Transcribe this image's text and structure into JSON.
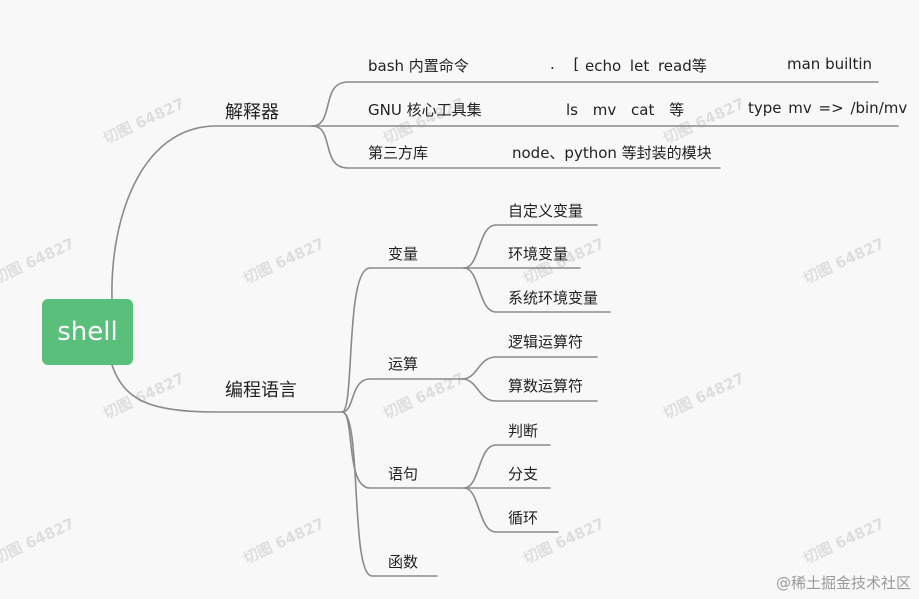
{
  "root": {
    "label": "shell"
  },
  "branches": [
    {
      "label": "解释器",
      "children": [
        {
          "label": "bash 内置命令",
          "extras": [
            ". [",
            "echo let read等",
            "man builtin"
          ]
        },
        {
          "label": "GNU 核心工具集",
          "extras": [
            "ls mv cat 等",
            "type mv => /bin/mv"
          ]
        },
        {
          "label": "第三方库",
          "extras": [
            "node、python 等封装的模块"
          ]
        }
      ]
    },
    {
      "label": "编程语言",
      "children": [
        {
          "label": "变量",
          "children": [
            "自定义变量",
            "环境变量",
            "系统环境变量"
          ]
        },
        {
          "label": "运算",
          "children": [
            "逻辑运算符",
            "算数运算符"
          ]
        },
        {
          "label": "语句",
          "children": [
            "判断",
            "分支",
            "循环"
          ]
        },
        {
          "label": "函数"
        }
      ]
    }
  ],
  "watermark": "切图 64827",
  "credit": "@稀土掘金技术社区",
  "colors": {
    "root_fill": "#5bbf7c",
    "line": "#8a8a8a",
    "watermark": "#dedede"
  }
}
